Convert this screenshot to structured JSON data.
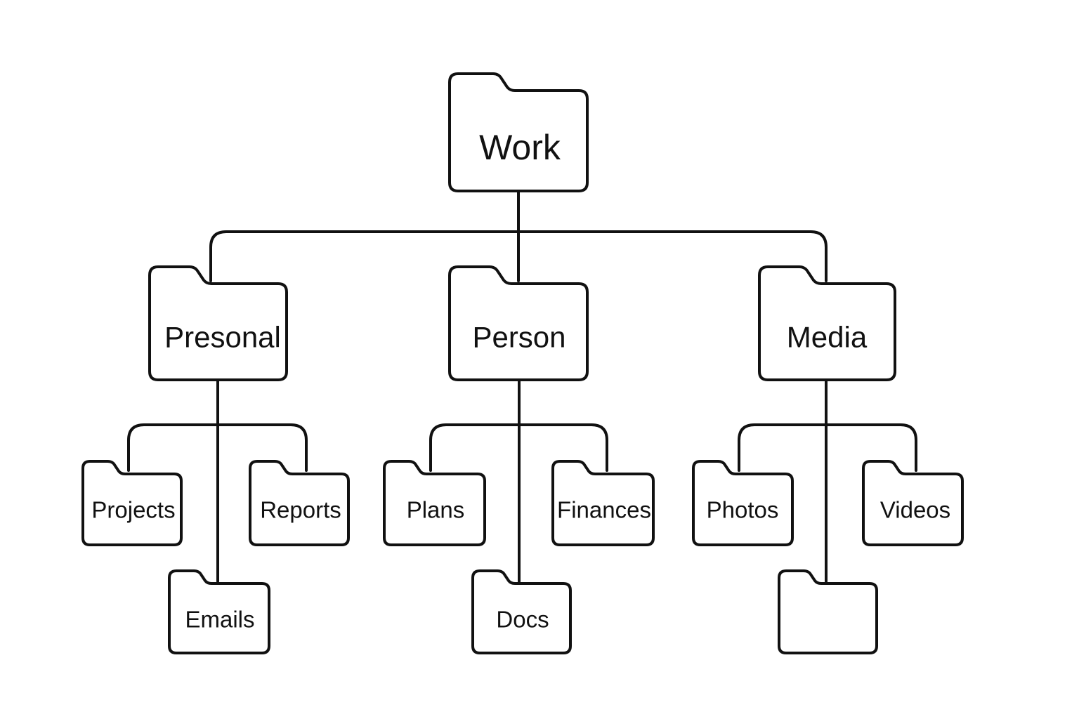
{
  "diagram": {
    "root": {
      "id": "work",
      "label": "Work"
    },
    "branches": [
      {
        "id": "presonal",
        "label": "Presonal",
        "children": [
          {
            "id": "projects",
            "label": "Projects"
          },
          {
            "id": "reports",
            "label": "Reports"
          },
          {
            "id": "emails",
            "label": "Emails"
          }
        ]
      },
      {
        "id": "person",
        "label": "Person",
        "children": [
          {
            "id": "plans",
            "label": "Plans"
          },
          {
            "id": "finances",
            "label": "Finances"
          },
          {
            "id": "docs",
            "label": "Docs"
          }
        ]
      },
      {
        "id": "media",
        "label": "Media",
        "children": [
          {
            "id": "photos",
            "label": "Photos"
          },
          {
            "id": "videos",
            "label": "Videos"
          },
          {
            "id": "unlabeled",
            "label": ""
          }
        ]
      }
    ],
    "colors": {
      "stroke": "#111111",
      "fill": "#ffffff",
      "text": "#111111"
    },
    "icon": "folder-icon"
  }
}
